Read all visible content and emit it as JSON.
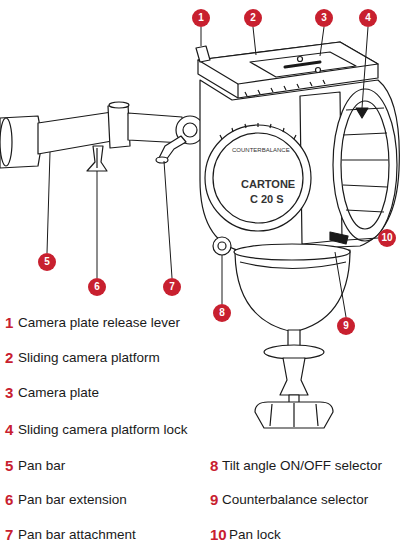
{
  "diagram": {
    "nodes": [
      {
        "text": [
          "1"
        ]
      },
      {
        "text": [
          "2"
        ]
      },
      {
        "text": [
          "3"
        ]
      },
      {
        "text": [
          "4"
        ]
      },
      {
        "text": [
          "5"
        ]
      },
      {
        "text": [
          "6"
        ]
      },
      {
        "text": [
          "7"
        ]
      },
      {
        "text": [
          "8"
        ]
      },
      {
        "text": [
          "9"
        ]
      },
      {
        "text": [
          "10"
        ]
      }
    ],
    "labels": [
      "CARTONE",
      "C 20 S",
      "COUNTERBALANCE",
      "1",
      "Camera plate release lever",
      "2",
      "Sliding camera platform",
      "3",
      "Camera plate",
      "4",
      "Sliding camera platform lock",
      "5",
      "Pan bar",
      "6",
      "Pan bar extension",
      "7",
      "Pan bar attachment",
      "8",
      "Tilt angle ON/OFF selector",
      "9",
      "Counterbalance selector",
      "10",
      "Pan lock"
    ]
  }
}
